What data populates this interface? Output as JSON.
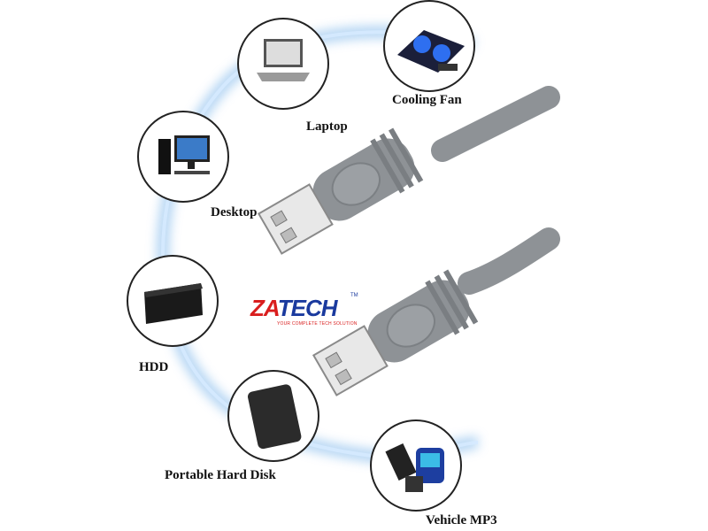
{
  "devices": [
    {
      "label": "Cooling Fan",
      "icon": "cooling-fan-icon"
    },
    {
      "label": "Laptop",
      "icon": "laptop-icon"
    },
    {
      "label": "Desktop",
      "icon": "desktop-icon"
    },
    {
      "label": "HDD",
      "icon": "hdd-icon"
    },
    {
      "label": "Portable Hard Disk",
      "icon": "portable-hard-disk-icon"
    },
    {
      "label": "Vehicle MP3",
      "icon": "vehicle-mp3-icon"
    }
  ],
  "logo": {
    "brand_left": "ZA",
    "brand_right": "TECH",
    "trademark": "TM",
    "tagline": "YOUR COMPLETE TECH SOLUTION"
  },
  "colors": {
    "cable": "#8e9296",
    "glow": "#9fc9f0",
    "brand_red": "#d91e1e",
    "brand_blue": "#1a3a9e"
  }
}
